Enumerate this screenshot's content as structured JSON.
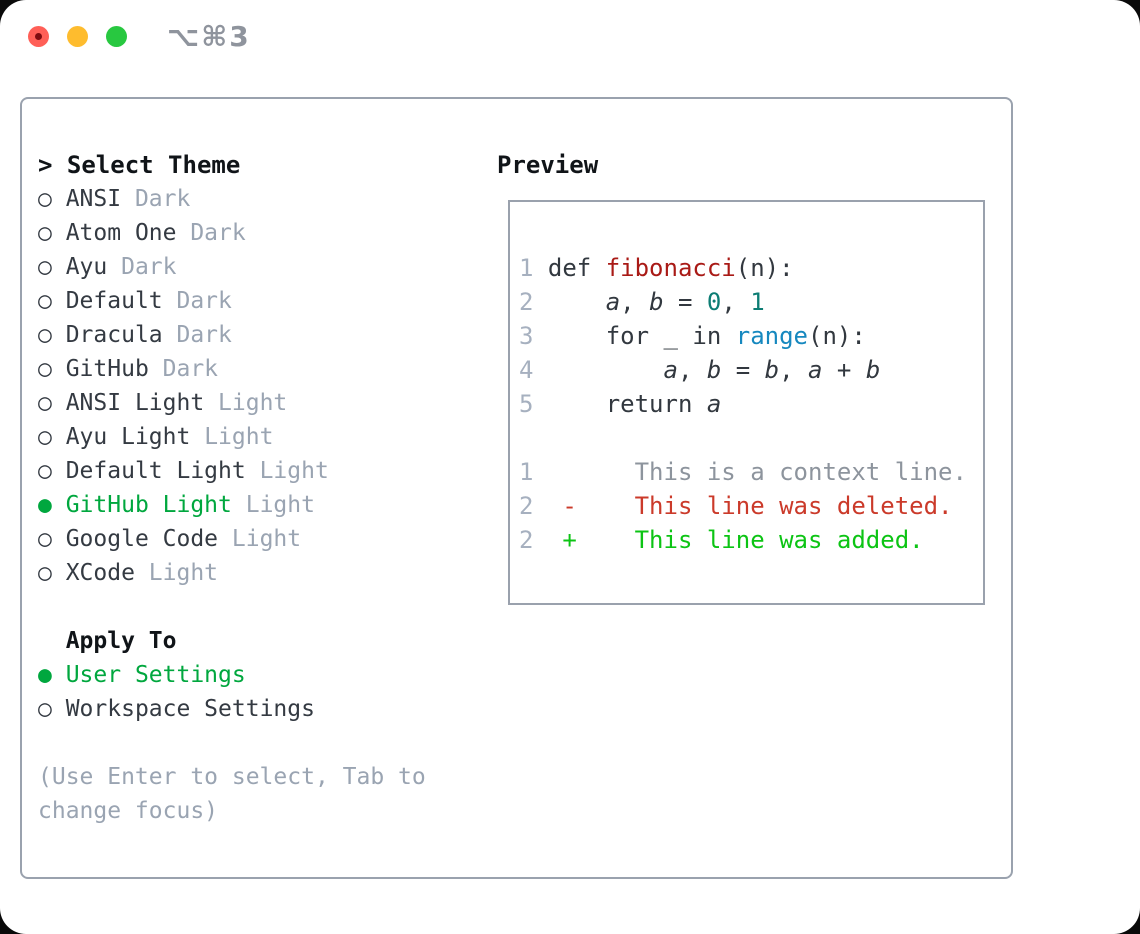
{
  "window": {
    "title": "⌥⌘3",
    "traffic_lights": [
      "close",
      "minimize",
      "zoom"
    ]
  },
  "colors": {
    "selected_green": "#00a73e",
    "diff_added_green": "#0cc414",
    "diff_deleted_red": "#cb3a2a",
    "function_red": "#a91a16",
    "builtin_blue": "#1688bf",
    "number_teal": "#0d7d74",
    "muted_gray": "#9aa4b2",
    "text_dark": "#343a42",
    "panel_border": "#9aa2ae"
  },
  "theme_picker": {
    "heading_prefix": ">",
    "heading": "Select Theme",
    "radio_unselected": "○",
    "radio_selected": "●",
    "items": [
      {
        "name": "ANSI",
        "variant": "Dark",
        "selected": false
      },
      {
        "name": "Atom One",
        "variant": "Dark",
        "selected": false
      },
      {
        "name": "Ayu",
        "variant": "Dark",
        "selected": false
      },
      {
        "name": "Default",
        "variant": "Dark",
        "selected": false
      },
      {
        "name": "Dracula",
        "variant": "Dark",
        "selected": false
      },
      {
        "name": "GitHub",
        "variant": "Dark",
        "selected": false
      },
      {
        "name": "ANSI Light",
        "variant": "Light",
        "selected": false
      },
      {
        "name": "Ayu Light",
        "variant": "Light",
        "selected": false
      },
      {
        "name": "Default Light",
        "variant": "Light",
        "selected": false
      },
      {
        "name": "GitHub Light",
        "variant": "Light",
        "selected": true
      },
      {
        "name": "Google Code",
        "variant": "Light",
        "selected": false
      },
      {
        "name": "XCode",
        "variant": "Light",
        "selected": false
      }
    ],
    "apply_to": {
      "heading": "Apply To",
      "options": [
        {
          "name": "User Settings",
          "selected": true
        },
        {
          "name": "Workspace Settings",
          "selected": false
        }
      ]
    },
    "help_lines": [
      "(Use Enter to select, Tab to",
      "change focus)"
    ]
  },
  "preview": {
    "heading": "Preview",
    "code_lines": [
      [
        {
          "t": "1 ",
          "c": "num"
        },
        {
          "t": "def ",
          "c": "code"
        },
        {
          "t": "fibonacci",
          "c": "func"
        },
        {
          "t": "(n):",
          "c": "code"
        }
      ],
      [
        {
          "t": "2",
          "c": "num"
        },
        {
          "t": "     ",
          "c": "code"
        },
        {
          "t": "a",
          "c": "var"
        },
        {
          "t": ", ",
          "c": "code"
        },
        {
          "t": "b",
          "c": "var"
        },
        {
          "t": " = ",
          "c": "code"
        },
        {
          "t": "0",
          "c": "numlit"
        },
        {
          "t": ", ",
          "c": "code"
        },
        {
          "t": "1",
          "c": "numlit"
        }
      ],
      [
        {
          "t": "3",
          "c": "num"
        },
        {
          "t": "     for _ in ",
          "c": "code"
        },
        {
          "t": "range",
          "c": "builtin"
        },
        {
          "t": "(n):",
          "c": "code"
        }
      ],
      [
        {
          "t": "4",
          "c": "num"
        },
        {
          "t": "         ",
          "c": "code"
        },
        {
          "t": "a",
          "c": "var"
        },
        {
          "t": ", ",
          "c": "code"
        },
        {
          "t": "b",
          "c": "var"
        },
        {
          "t": " = ",
          "c": "code"
        },
        {
          "t": "b",
          "c": "var"
        },
        {
          "t": ", ",
          "c": "code"
        },
        {
          "t": "a",
          "c": "var"
        },
        {
          "t": " + ",
          "c": "code"
        },
        {
          "t": "b",
          "c": "var"
        }
      ],
      [
        {
          "t": "5",
          "c": "num"
        },
        {
          "t": "     return ",
          "c": "code"
        },
        {
          "t": "a",
          "c": "var"
        }
      ],
      [],
      [
        {
          "t": "1",
          "c": "num"
        },
        {
          "t": "       ",
          "c": "code"
        },
        {
          "t": "This is a context line.",
          "c": "ctx"
        }
      ],
      [
        {
          "t": "2",
          "c": "num"
        },
        {
          "t": "  ",
          "c": "code"
        },
        {
          "t": "-    This line was deleted.",
          "c": "del"
        }
      ],
      [
        {
          "t": "2",
          "c": "num"
        },
        {
          "t": "  ",
          "c": "code"
        },
        {
          "t": "+    This line was added.",
          "c": "add"
        }
      ]
    ]
  }
}
